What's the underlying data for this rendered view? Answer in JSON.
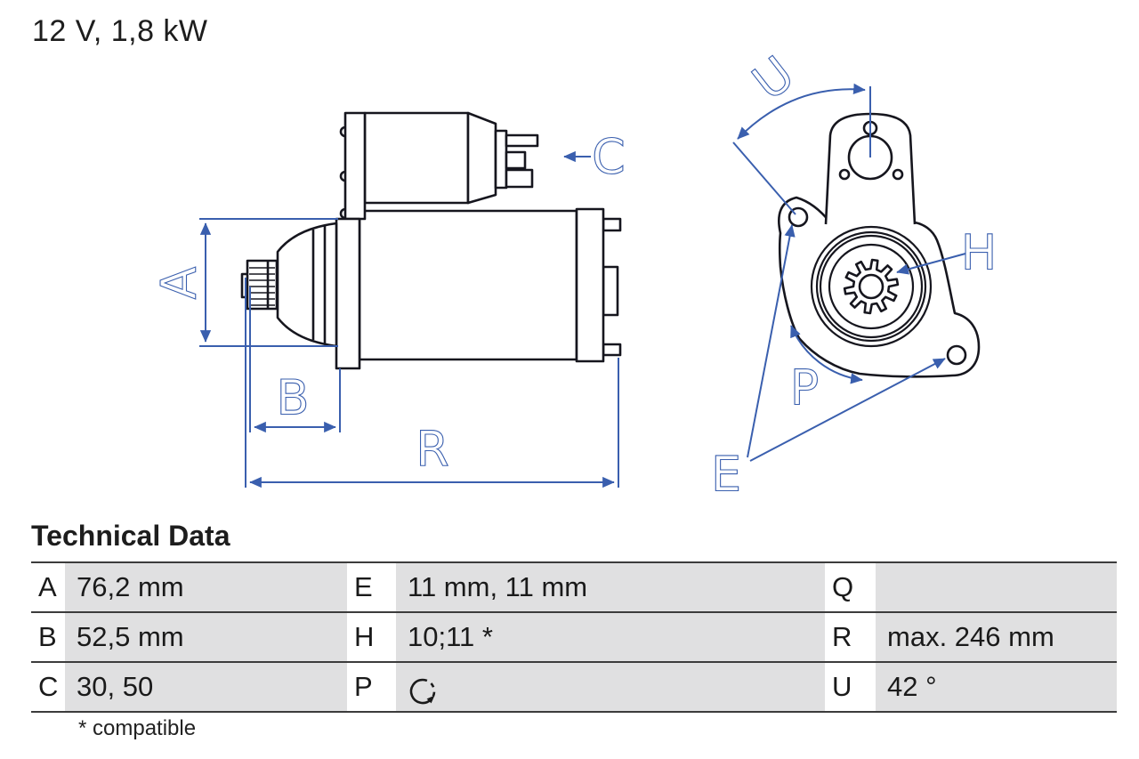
{
  "title": "12 V, 1,8 kW",
  "colors": {
    "dimension_blue": "#3a5fae",
    "drawing_dark": "#16161e",
    "cell_gray": "#e0e0e1",
    "rule_dark": "#3c3c3c",
    "text": "#1a1a1a"
  },
  "diagram": {
    "labels": {
      "a": "A",
      "b": "B",
      "c": "C",
      "r": "R",
      "u": "U",
      "h": "H",
      "p": "P",
      "e": "E"
    }
  },
  "table": {
    "heading": "Technical Data",
    "rows": [
      {
        "cells": [
          {
            "key": "A",
            "value": "76,2 mm"
          },
          {
            "key": "E",
            "value": "11 mm, 11 mm"
          },
          {
            "key": "Q",
            "value": ""
          }
        ]
      },
      {
        "cells": [
          {
            "key": "B",
            "value": "52,5 mm"
          },
          {
            "key": "H",
            "value": "10;11 *"
          },
          {
            "key": "R",
            "value": "max. 246 mm"
          }
        ]
      },
      {
        "cells": [
          {
            "key": "C",
            "value": "30, 50"
          },
          {
            "key": "P",
            "value": "",
            "icon": "rotation-direction-arrow-icon"
          },
          {
            "key": "U",
            "value": "42 °"
          }
        ]
      }
    ],
    "footnote": "* compatible"
  }
}
